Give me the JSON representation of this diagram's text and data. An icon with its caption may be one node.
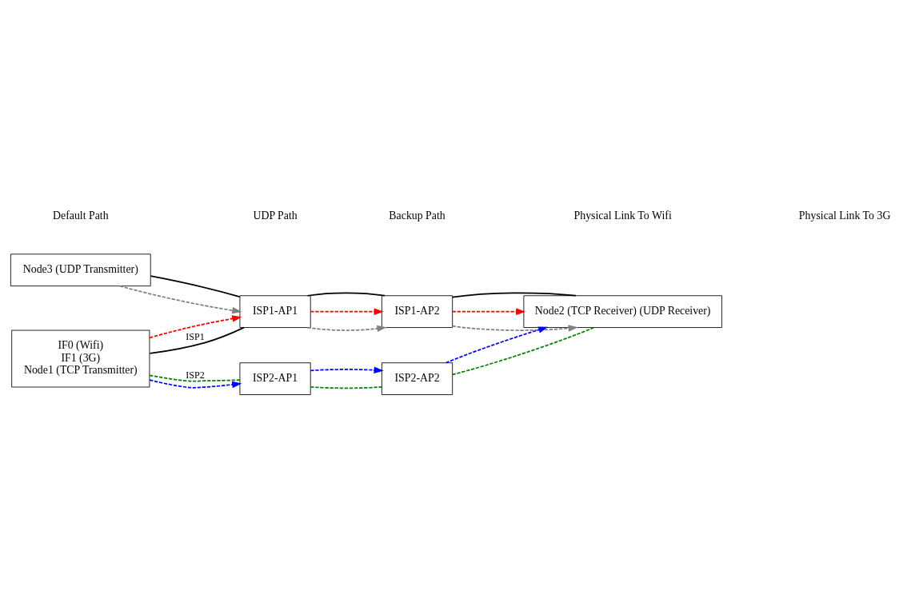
{
  "diagram": {
    "nodes": [
      {
        "text": [
          "Node3 (UDP Transmitter)"
        ]
      },
      {
        "text": [
          "IF0 (Wifi)",
          "IF1 (3G)",
          "Node1 (TCP Transmitter)"
        ]
      },
      {
        "text": [
          "ISP1-AP1"
        ]
      },
      {
        "text": [
          "ISP1-AP2"
        ]
      },
      {
        "text": [
          "Node2 (TCP Receiver) (UDP Receiver)"
        ]
      },
      {
        "text": [
          "ISP2-AP1"
        ]
      },
      {
        "text": [
          "ISP2-AP2"
        ]
      }
    ],
    "edges": [
      {
        "from": 0,
        "to": 2,
        "arrow": "to",
        "style": "dashed",
        "color": "#808080"
      },
      {
        "from": 0,
        "to": 2,
        "arrow": "none"
      },
      {
        "from": 1,
        "to": 2,
        "arrow": "to",
        "style": "dashed",
        "color": "#ff0000"
      },
      {
        "from": 1,
        "to": 2,
        "arrow": "none",
        "label": "ISP1"
      },
      {
        "from": 1,
        "to": 5,
        "arrow": "none",
        "label": "ISP2",
        "style": "dashed",
        "color": "#008000"
      },
      {
        "from": 1,
        "to": 5,
        "arrow": "to",
        "style": "dashed",
        "color": "#0000ff"
      },
      {
        "from": 2,
        "to": 3,
        "arrow": "to",
        "style": "dashed",
        "color": "#808080"
      },
      {
        "from": 2,
        "to": 3,
        "arrow": "to",
        "style": "dashed",
        "color": "#ff0000"
      },
      {
        "from": 2,
        "to": 3,
        "arrow": "none"
      },
      {
        "from": 5,
        "to": 6,
        "arrow": "none",
        "style": "dashed",
        "color": "#008000"
      },
      {
        "from": 5,
        "to": 6,
        "arrow": "to",
        "style": "dashed",
        "color": "#0000ff"
      },
      {
        "from": 3,
        "to": 4,
        "arrow": "to",
        "style": "dashed",
        "color": "#808080"
      },
      {
        "from": 3,
        "to": 4,
        "arrow": "to",
        "style": "dashed",
        "color": "#ff0000"
      },
      {
        "from": 3,
        "to": 4,
        "arrow": "none"
      },
      {
        "from": 6,
        "to": 4,
        "arrow": "none",
        "style": "dashed",
        "color": "#008000"
      },
      {
        "from": 6,
        "to": 4,
        "arrow": "to",
        "style": "dashed",
        "color": "#0000ff"
      }
    ],
    "legend": [
      {
        "text": "Default Path"
      },
      {
        "text": "UDP Path"
      },
      {
        "text": "Backup Path"
      },
      {
        "text": "Physical Link To Wifi"
      },
      {
        "text": "Physical Link To 3G"
      }
    ]
  }
}
